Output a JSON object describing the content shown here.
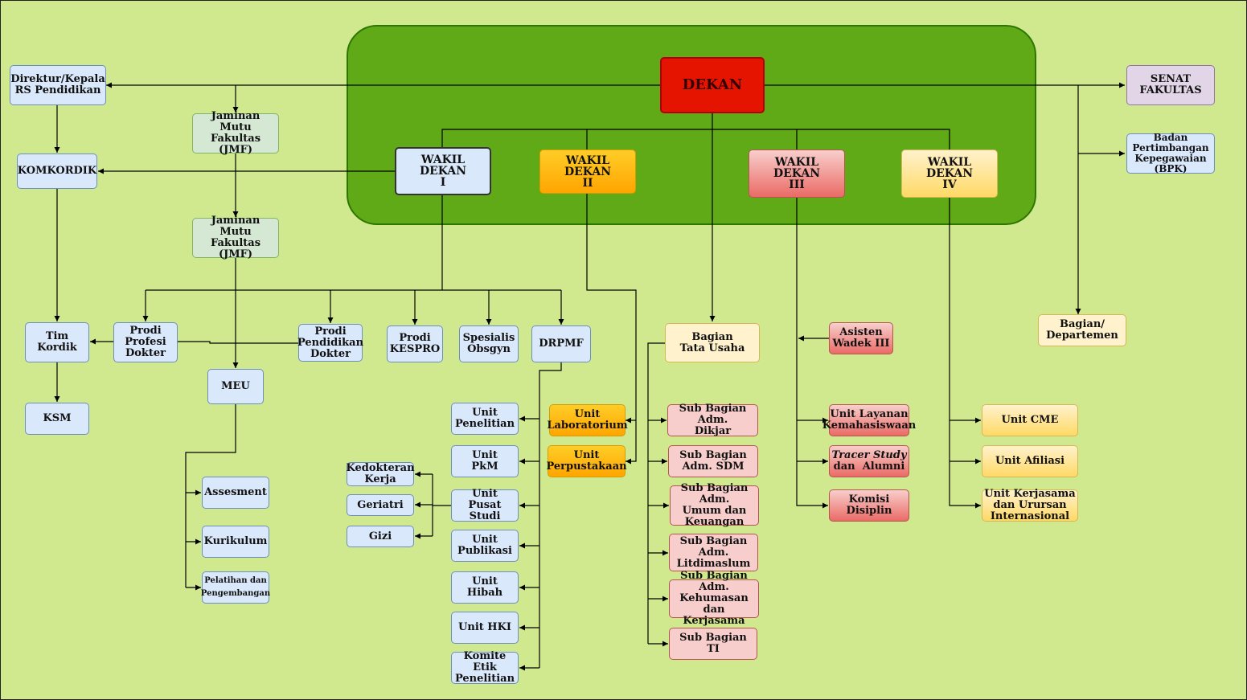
{
  "nodes": {
    "dekan": "DEKAN",
    "wd1": "WAKIL DEKAN\nI",
    "wd2": "WAKIL DEKAN\nII",
    "wd3": "WAKIL DEKAN\nIII",
    "wd4": "WAKIL DEKAN\nIV",
    "direktur": "Direktur/Kepala\nRS Pendidikan",
    "komkordik": "KOMKORDIK",
    "tim_kordik": "Tim Kordik",
    "ksm": "KSM",
    "jmf1": "Jaminan Mutu\nFakultas (JMF)",
    "jmf2": "Jaminan Mutu\nFakultas (JMF)",
    "senat": "SENAT\nFAKULTAS",
    "bpk": "Badan\nPertimbangan\nKepegawaian\n(BPK)",
    "bagian_departemen": "Bagian/\nDepartemen",
    "prodi_profesi": "Prodi\nProfesi\nDokter",
    "prodi_pendidikan": "Prodi\nPendidikan\nDokter",
    "prodi_kespro": "Prodi\nKESPRO",
    "spesialis": "Spesialis\nObsgyn",
    "drpmf": "DRPMF",
    "meu": "MEU",
    "assesment": "Assesment",
    "kurikulum": "Kurikulum",
    "pelatihan": "Pelatihan dan\nPengembangan",
    "unit_penelitian": "Unit\nPenelitian",
    "unit_pkm": "Unit\nPkM",
    "unit_pusat_studi": "Unit\nPusat Studi",
    "unit_publikasi": "Unit\nPublikasi",
    "unit_hibah": "Unit Hibah",
    "unit_hki": "Unit HKI",
    "komite_etik": "Komite Etik\nPenelitian",
    "kedokteran_kerja": "Kedokteran\nKerja",
    "geriatri": "Geriatri",
    "gizi": "Gizi",
    "unit_lab": "Unit\nLaboratorium",
    "unit_perpus": "Unit\nPerpustakaan",
    "tata_usaha": "Bagian\nTata Usaha",
    "sub_dikjar": "Sub Bagian Adm.\nDikjar",
    "sub_sdm": "Sub Bagian\nAdm. SDM",
    "sub_umum": "Sub Bagian Adm.\nUmum dan\nKeuangan",
    "sub_litdimaslum": "Sub Bagian Adm.\nLitdimaslum",
    "sub_humas": "Sub Bagian Adm.\nKehumasan dan\nKerjasama",
    "sub_ti": "Sub Bagian\nTI",
    "asisten_wadek": "Asisten\nWadek III",
    "unit_layanan": "Unit Layanan\nKemahasiswaan",
    "tracer_study": "Tracer Study",
    "tracer_alumni": "dan  Alumni",
    "komisi_disiplin": "Komisi Disiplin",
    "unit_cme": "Unit CME",
    "unit_afiliasi": "Unit Afiliasi",
    "unit_kerjasama": "Unit Kerjasama\ndan Urursan\nInternasional"
  },
  "colors": {
    "background": "#d0e98f",
    "panel": "#60a917",
    "dekan": "#e51400",
    "blue": "#dae8fc",
    "green": "#d5e8d4",
    "orange": "#ffa500",
    "red": "#ea6b66",
    "yellow": "#ffd966",
    "purple": "#e1d5e7",
    "line": "#000000"
  }
}
